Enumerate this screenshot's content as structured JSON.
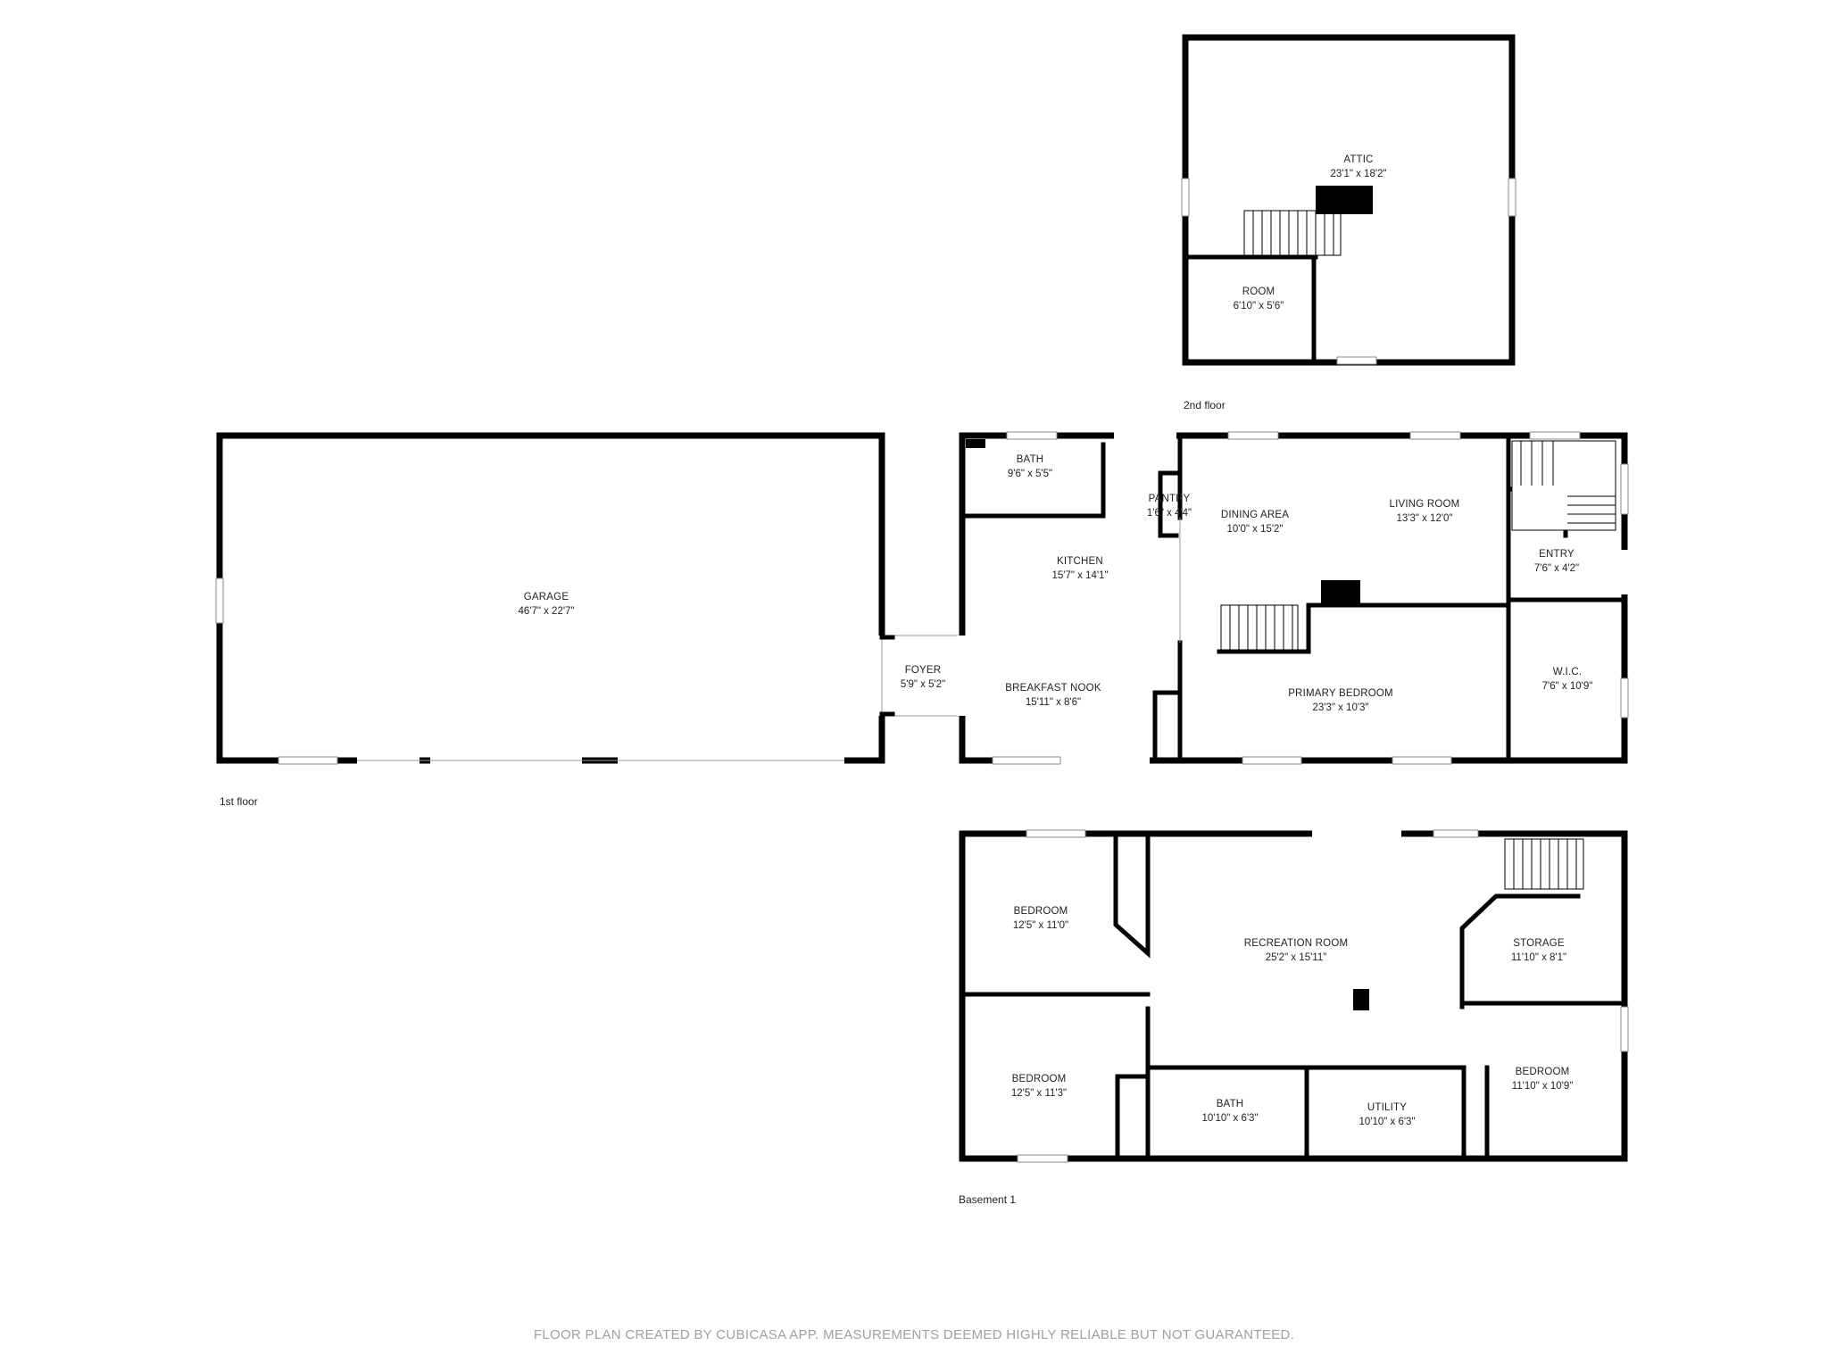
{
  "floors": {
    "second": {
      "label": "2nd floor",
      "rooms": {
        "attic": {
          "name": "ATTIC",
          "dim": "23'1\" x 18'2\""
        },
        "room": {
          "name": "ROOM",
          "dim": "6'10\" x 5'6\""
        }
      }
    },
    "first": {
      "label": "1st floor",
      "rooms": {
        "garage": {
          "name": "GARAGE",
          "dim": "46'7\" x 22'7\""
        },
        "foyer": {
          "name": "FOYER",
          "dim": "5'9\" x 5'2\""
        },
        "bath": {
          "name": "BATH",
          "dim": "9'6\" x 5'5\""
        },
        "pantry": {
          "name": "PANTRY",
          "dim": "1'6\" x 4'4\""
        },
        "kitchen": {
          "name": "KITCHEN",
          "dim": "15'7\" x 14'1\""
        },
        "breakfast_nook": {
          "name": "BREAKFAST NOOK",
          "dim": "15'11\" x 8'6\""
        },
        "dining_area": {
          "name": "DINING AREA",
          "dim": "10'0\" x 15'2\""
        },
        "living_room": {
          "name": "LIVING ROOM",
          "dim": "13'3\" x 12'0\""
        },
        "entry": {
          "name": "ENTRY",
          "dim": "7'6\" x 4'2\""
        },
        "wic": {
          "name": "W.I.C.",
          "dim": "7'6\" x 10'9\""
        },
        "primary_bedroom": {
          "name": "PRIMARY BEDROOM",
          "dim": "23'3\" x 10'3\""
        }
      }
    },
    "basement": {
      "label": "Basement 1",
      "rooms": {
        "bedroom_nw": {
          "name": "BEDROOM",
          "dim": "12'5\" x 11'0\""
        },
        "bedroom_sw": {
          "name": "BEDROOM",
          "dim": "12'5\" x 11'3\""
        },
        "recreation_room": {
          "name": "RECREATION ROOM",
          "dim": "25'2\" x 15'11\""
        },
        "storage": {
          "name": "STORAGE",
          "dim": "11'10\" x 8'1\""
        },
        "bedroom_se": {
          "name": "BEDROOM",
          "dim": "11'10\" x 10'9\""
        },
        "bath": {
          "name": "BATH",
          "dim": "10'10\" x 6'3\""
        },
        "utility": {
          "name": "UTILITY",
          "dim": "10'10\" x 6'3\""
        }
      }
    }
  },
  "footer": "FLOOR PLAN CREATED BY CUBICASA APP. MEASUREMENTS DEEMED HIGHLY RELIABLE BUT NOT GUARANTEED.",
  "colors": {
    "wall": "#000000",
    "footer_text": "#a0a0a0",
    "background": "#ffffff"
  }
}
